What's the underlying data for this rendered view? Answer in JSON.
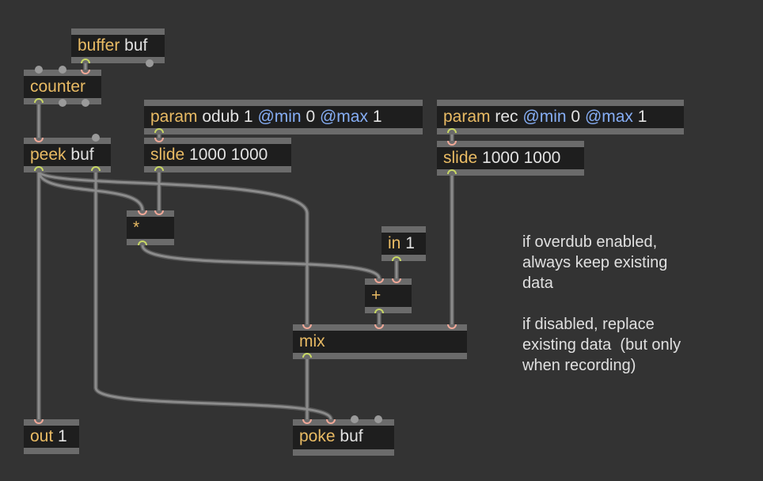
{
  "objects": {
    "buffer": {
      "kw": "buffer",
      "args": "buf"
    },
    "counter": {
      "kw": "counter"
    },
    "peek": {
      "kw": "peek",
      "args": "buf"
    },
    "param_odub": {
      "kw": "param",
      "args": "odub 1",
      "a1": "@min",
      "v1": "0",
      "a2": "@max",
      "v2": "1"
    },
    "slide1": {
      "kw": "slide",
      "args": "1000 1000"
    },
    "param_rec": {
      "kw": "param",
      "args": "rec",
      "a1": "@min",
      "v1": "0",
      "a2": "@max",
      "v2": "1"
    },
    "slide2": {
      "kw": "slide",
      "args": "1000 1000"
    },
    "mul": {
      "kw": "*"
    },
    "in": {
      "kw": "in",
      "args": "1"
    },
    "add": {
      "kw": "+"
    },
    "mix": {
      "kw": "mix"
    },
    "out": {
      "kw": "out",
      "args": "1"
    },
    "poke": {
      "kw": "poke",
      "args": "buf"
    }
  },
  "comment": "if overdub enabled,\nalways keep existing\ndata\n\nif disabled, replace\nexisting data  (but only\nwhen recording)",
  "colors": {
    "keyword": "#e9bb64",
    "arg": "#e2e2e2",
    "attr": "#86aef5",
    "inlet": "#f0a898",
    "outlet": "#c8d864"
  }
}
